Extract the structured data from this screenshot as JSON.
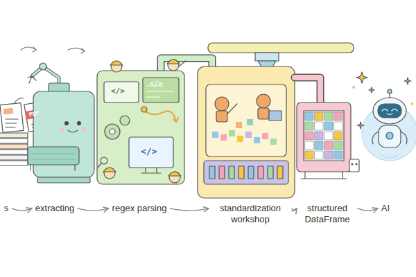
{
  "diagram": {
    "nodes": [
      {
        "text": [
          "s"
        ]
      },
      {
        "text": [
          "extracting"
        ]
      },
      {
        "text": [
          "regex parsing"
        ]
      },
      {
        "text": [
          "standardization workshop"
        ]
      },
      {
        "text": [
          "structured DataFrame"
        ]
      },
      {
        "text": [
          "AI"
        ]
      }
    ],
    "edges": [
      {
        "from": 0,
        "to": 1,
        "arrow": "to"
      },
      {
        "from": 1,
        "to": 2,
        "arrow": "to"
      },
      {
        "from": 2,
        "to": 3,
        "arrow": "to"
      },
      {
        "from": 3,
        "to": 4,
        "arrow": "to"
      },
      {
        "from": 4,
        "to": 5,
        "arrow": "to"
      }
    ],
    "labels": [
      "PDF",
      "</>",
      "</>",
      "</>"
    ]
  }
}
